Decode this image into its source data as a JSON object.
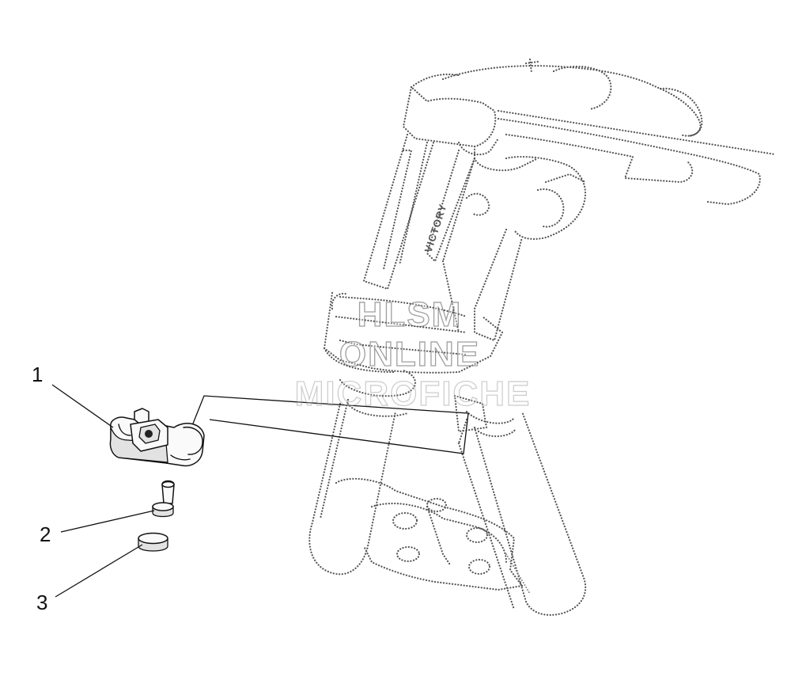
{
  "diagram": {
    "callouts": [
      {
        "id": "1",
        "label": "1"
      },
      {
        "id": "2",
        "label": "2"
      },
      {
        "id": "3",
        "label": "3"
      }
    ],
    "frame_decal_text": "VICTORY",
    "watermark": {
      "line1": "HLSM",
      "line2": "ONLINE",
      "line3": "MICROFICHE"
    }
  }
}
